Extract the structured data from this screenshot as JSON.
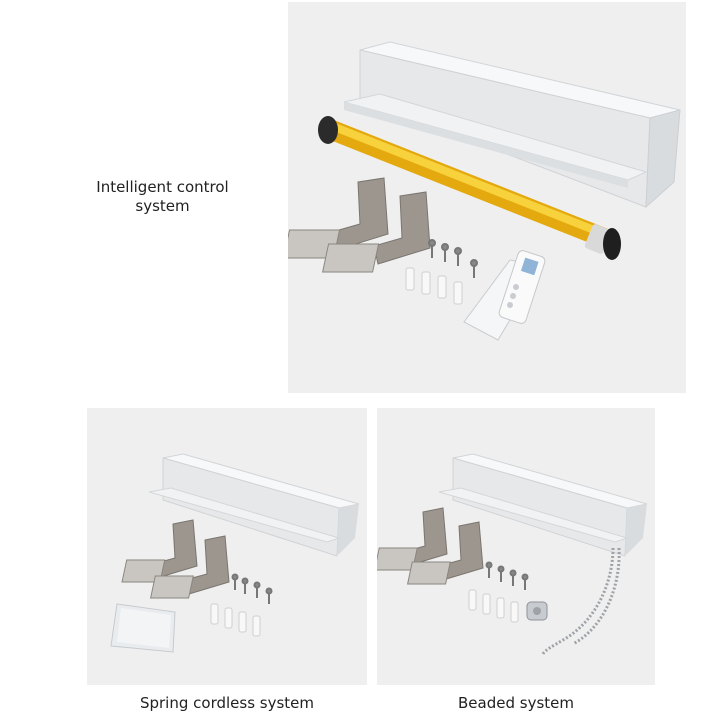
{
  "products": [
    {
      "label": "Intelligent control\nsystem",
      "line1": "Intelligent control",
      "line2": "system"
    },
    {
      "label": "Spring cordless system"
    },
    {
      "label": "Beaded system"
    }
  ],
  "colors": {
    "background": "#ffffff",
    "panel": "#efefef",
    "rail": "#e2e4e6",
    "motor_tube": "#f2c21c",
    "bracket": "#9a9590",
    "remote": "#f4f5f6"
  },
  "icons": [
    "headrail",
    "motor-tube",
    "mounting-bracket",
    "screw",
    "wall-anchor",
    "remote-control",
    "spring-cover",
    "bead-chain"
  ]
}
